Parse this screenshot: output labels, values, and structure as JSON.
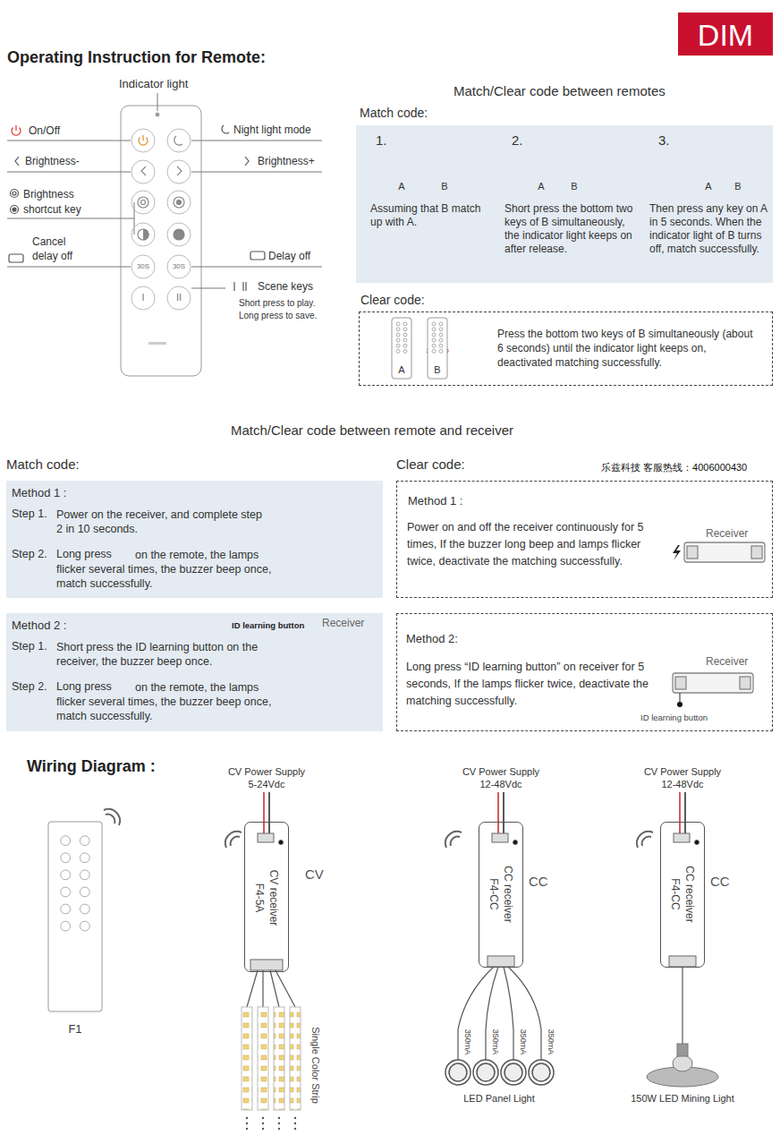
{
  "diagram": {
    "title": "Operating Instruction for Remote:",
    "nodes": [
      {
        "text": [
          "DIM"
        ]
      },
      {
        "text": [
          "Match code:",
          "1.",
          "Assuming that B match up with A.",
          "2.",
          "Short press the bottom two keys of B simultaneously, the indicator light keeps on after release.",
          "3.",
          "Then press any key on A in 5 seconds. When the indicator light of B turns off, match successfully."
        ]
      },
      {
        "text": [
          "Clear code:",
          "Press the bottom two keys of B simultaneously (about 6 seconds) until the indicator light keeps on, deactivated matching successfully."
        ]
      },
      {
        "text": [
          "Method 1 :",
          "Step 1.",
          "Power on the receiver, and complete step 2 in 10 seconds.",
          "Step 2.",
          "Long press",
          "on the remote, the lamps flicker several times, the buzzer beep once, match successfully."
        ]
      },
      {
        "text": [
          "Method 2 :",
          "ID learning button",
          "Receiver",
          "Step 1.",
          "Short press the ID learning button on the receiver, the buzzer beep once.",
          "Step 2.",
          "Long press",
          "on the remote, the lamps flicker several times, the buzzer beep once, match successfully."
        ]
      },
      {
        "text": [
          "Method 1 :",
          "Power on and off the receiver continuously for 5 times, If the buzzer long beep and lamps flicker twice, deactivate the matching successfully.",
          "Receiver"
        ]
      },
      {
        "text": [
          "Method 2:",
          "Long press “ID learning button” on receiver for 5 seconds, If the lamps flicker twice, deactivate the matching successfully.",
          "Receiver",
          "ID learning button"
        ]
      },
      {
        "text": [
          "CV receiver",
          "F4-5A"
        ]
      },
      {
        "text": [
          "CC receiver",
          "F4-CC"
        ]
      },
      {
        "text": [
          "CC receiver",
          "F4-CC"
        ]
      }
    ],
    "labels": [
      "Indicator light",
      "On/Off",
      "Brightness-",
      "Brightness shortcut key",
      "Cancel delay off",
      "Night light mode",
      "Brightness+",
      "Delay off",
      "Scene keys",
      "Short press to play.",
      "Long press to save.",
      "30S",
      "30S",
      "I",
      "II",
      "Match/Clear code between remotes",
      "A",
      "B",
      "A",
      "B",
      "A",
      "B",
      "A",
      "B",
      "Match/Clear code between remote and receiver",
      "Match code:",
      "Clear code:",
      "乐兹科技 客服热线：4006000430",
      "Wiring Diagram :",
      "F1",
      "CV Power Supply",
      "5-24Vdc",
      "CV Power Supply",
      "12-48Vdc",
      "CV Power Supply",
      "12-48Vdc",
      "CV",
      "CC",
      "CC",
      "Single Color Strip",
      "350mA",
      "350mA",
      "350mA",
      "350mA",
      "LED Panel Light",
      "150W LED Mining Light"
    ]
  }
}
